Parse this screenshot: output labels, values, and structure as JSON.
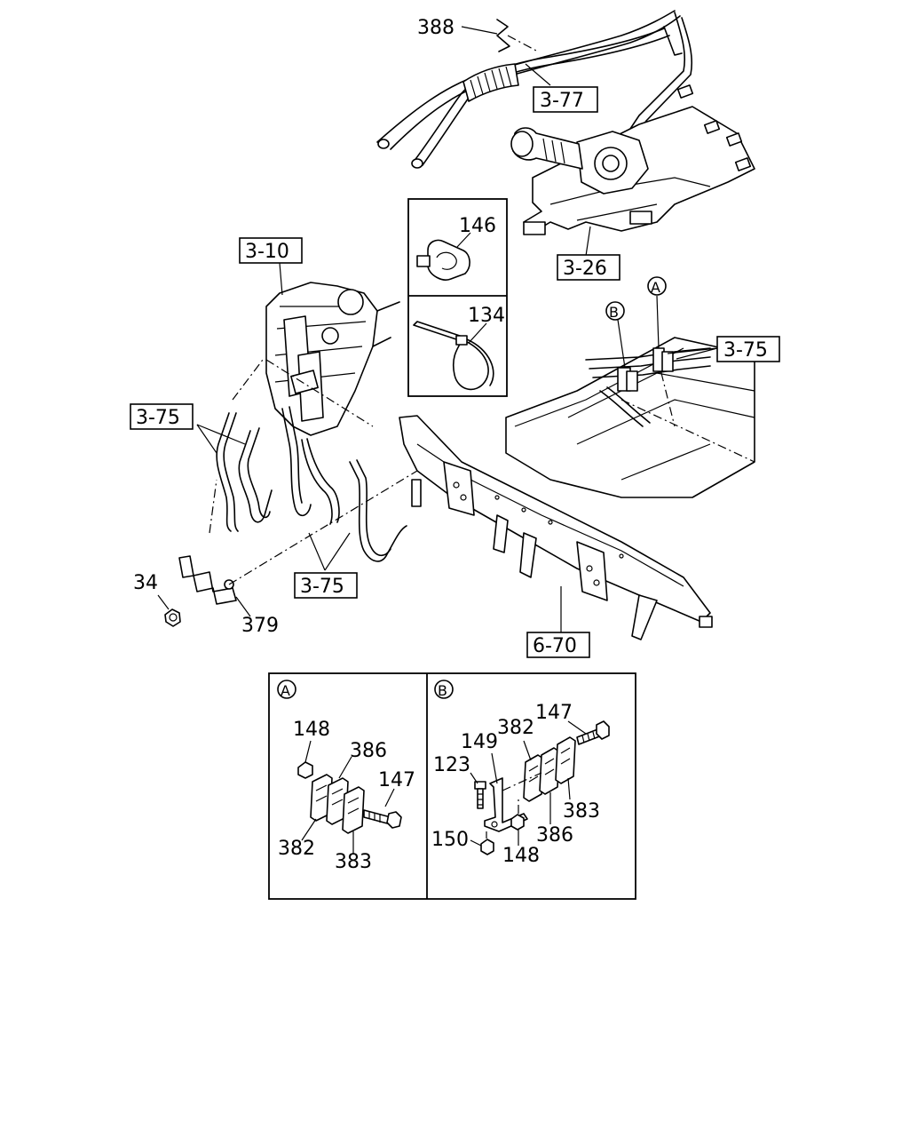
{
  "labels": {
    "l388": "388",
    "l3_77": "3-77",
    "l146": "146",
    "l134": "134",
    "l3_26": "3-26",
    "l3_10": "3-10",
    "l3_75_right": "3-75",
    "l3_75_left": "3-75",
    "l3_75_bottom": "3-75",
    "l34": "34",
    "l379": "379",
    "l6_70": "6-70",
    "callout_a_main": "A",
    "callout_b_main": "B"
  },
  "detail_a": {
    "badge": "A",
    "l148": "148",
    "l386": "386",
    "l147": "147",
    "l382": "382",
    "l383": "383"
  },
  "detail_b": {
    "badge": "B",
    "l147": "147",
    "l382": "382",
    "l149": "149",
    "l123": "123",
    "l383": "383",
    "l386": "386",
    "l150": "150",
    "l148": "148"
  }
}
